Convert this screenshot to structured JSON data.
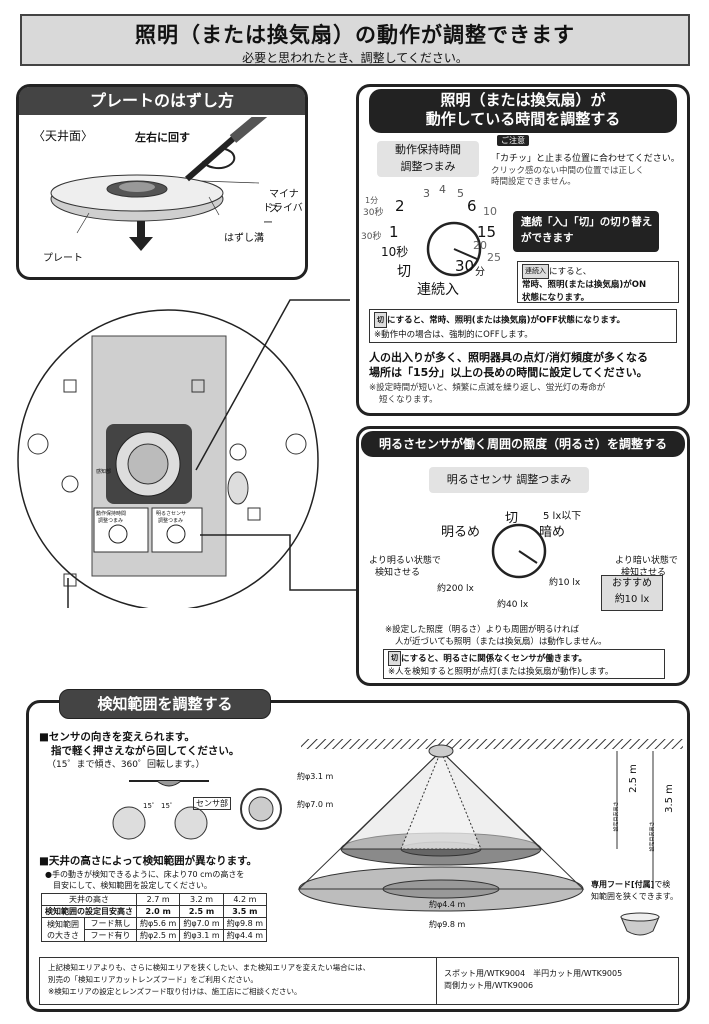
{
  "header": {
    "title": "照明（または換気扇）の動作が調整できます",
    "subtitle": "必要と思われたとき、調整してください。"
  },
  "plate": {
    "title": "プレートのはずし方",
    "ceiling": "〈天井面〉",
    "rotate": "左右に回す",
    "driver1": "マイナス",
    "driver2": "ドライバー",
    "groove": "はずし溝",
    "plate_label": "プレート"
  },
  "timer": {
    "title1": "照明（または換気扇）が",
    "title2": "動作している時間を調整する",
    "knob1": "動作保持時間",
    "knob2": "調整つまみ",
    "caution": "ご注意",
    "caution_main": "「カチッ」と止まる位置に合わせてください。",
    "caution_sub1": "クリック感のない中間の位置では正しく",
    "caution_sub2": "時間設定できません。",
    "dial": {
      "m1": "1分",
      "s30a": "30秒",
      "n2": "2",
      "n3": "3",
      "n4": "4",
      "n5": "5",
      "n6": "6",
      "n10": "10",
      "n15": "15",
      "n20": "20",
      "n25": "25",
      "n30": "30",
      "bun": "分",
      "s30b": "30秒",
      "n1": "1",
      "s10": "10秒",
      "off": "切",
      "cont": "連続入"
    },
    "switch1": "連続「入」「切」の切り替え",
    "switch2": "ができます",
    "cont_tag": "連続入",
    "cont1": "にすると、",
    "cont2": "常時、照明(または換気扇)がON",
    "cont3": "状態になります。",
    "off_tag": "切",
    "off1": "にすると、常時、照明(または換気扇)がOFF状態になります。",
    "off2": "※動作中の場合は、強制的にOFFします。",
    "rec1": "人の出入りが多く、照明器具の点灯/消灯頻度が多くなる",
    "rec2": "場所は「15分」以上の長めの時間に設定してください。",
    "warn1": "※設定時間が短いと、頻繁に点滅を繰り返し、蛍光灯の寿命が",
    "warn2": "短くなります。"
  },
  "device": {
    "lbl_timer1": "動作保持時間",
    "lbl_timer2": "調整つまみ",
    "lbl_light1": "明るさセンサ",
    "lbl_light2": "調整つまみ",
    "sensor": "感知部"
  },
  "bright": {
    "title": "明るさセンサが働く周囲の照度（明るさ）を調整する",
    "knob": "明るさセンサ 調整つまみ",
    "off": "切",
    "lux5": "5 lx以下",
    "bright": "明るめ",
    "dark": "暗め",
    "left1": "より明るい状態で",
    "left2": "検知させる",
    "right1": "より暗い状態で",
    "right2": "検知させる",
    "l200": "約200 lx",
    "l40": "約40 lx",
    "l10": "約10 lx",
    "rec1": "おすすめ",
    "rec2": "約10 lx",
    "note1": "※設定した照度（明るさ）よりも周囲が明るければ",
    "note2": "人が近づいても照明（または換気扇）は動作しません。",
    "off_tag": "切",
    "off1": "にすると、明るさに関係なくセンサが働きます。",
    "off2": "※人を検知すると照明が点灯(または換気扇が動作)します。"
  },
  "range": {
    "title": "検知範囲を調整する",
    "dir1": "■センサの向きを変えられます。",
    "dir2": "指で軽く押さえながら回してください。",
    "dir3": "（15゜まで傾き、360゜回転します。）",
    "sensor_part": "センサ部",
    "deg1": "15゜",
    "deg2": "15゜",
    "h_head": "■天井の高さによって検知範囲が異なります。",
    "h1": "●手の動きが検知できるように、床より70 cmの高さを",
    "h2": "目安にして、検知範囲を設定してください。",
    "table": {
      "r0": [
        "天井の高さ",
        "2.7 m",
        "3.2 m",
        "4.2 m"
      ],
      "r1": [
        "検知範囲の設定目安高さ",
        "2.0 m",
        "2.5 m",
        "3.5 m"
      ],
      "r2a": "検知範囲",
      "r2b": "の大きさ",
      "r2": [
        "フード無し",
        "約φ5.6 m",
        "約φ7.0 m",
        "約φ9.8 m"
      ],
      "r3": [
        "フード有り",
        "約φ2.5 m",
        "約φ3.1 m",
        "約φ4.4 m"
      ]
    },
    "d31": "約φ3.1 m",
    "d70": "約φ7.0 m",
    "d44": "約φ4.4 m",
    "d98": "約φ9.8 m",
    "h25": "2.5 m",
    "h35": "3.5 m",
    "h25n": "設定目安高さ",
    "h35n": "設定目安高さ",
    "hood1": "専用フード[付属]",
    "hood2": "で検",
    "hood3": "知範囲を狭くできます。",
    "bot1": "上記検知エリアよりも、さらに検知エリアを狭くしたい、また検知エリアを変えたい場合には、",
    "bot2": "別売の「検知エリアカットレンズフード」をご利用ください。",
    "bot3": "※検知エリアの設定とレンズフード取り付けは、施工店にご相談ください。",
    "prod1": "スポット用/WTK9004　半円カット用/WTK9005",
    "prod2": "両側カット用/WTK9006"
  }
}
